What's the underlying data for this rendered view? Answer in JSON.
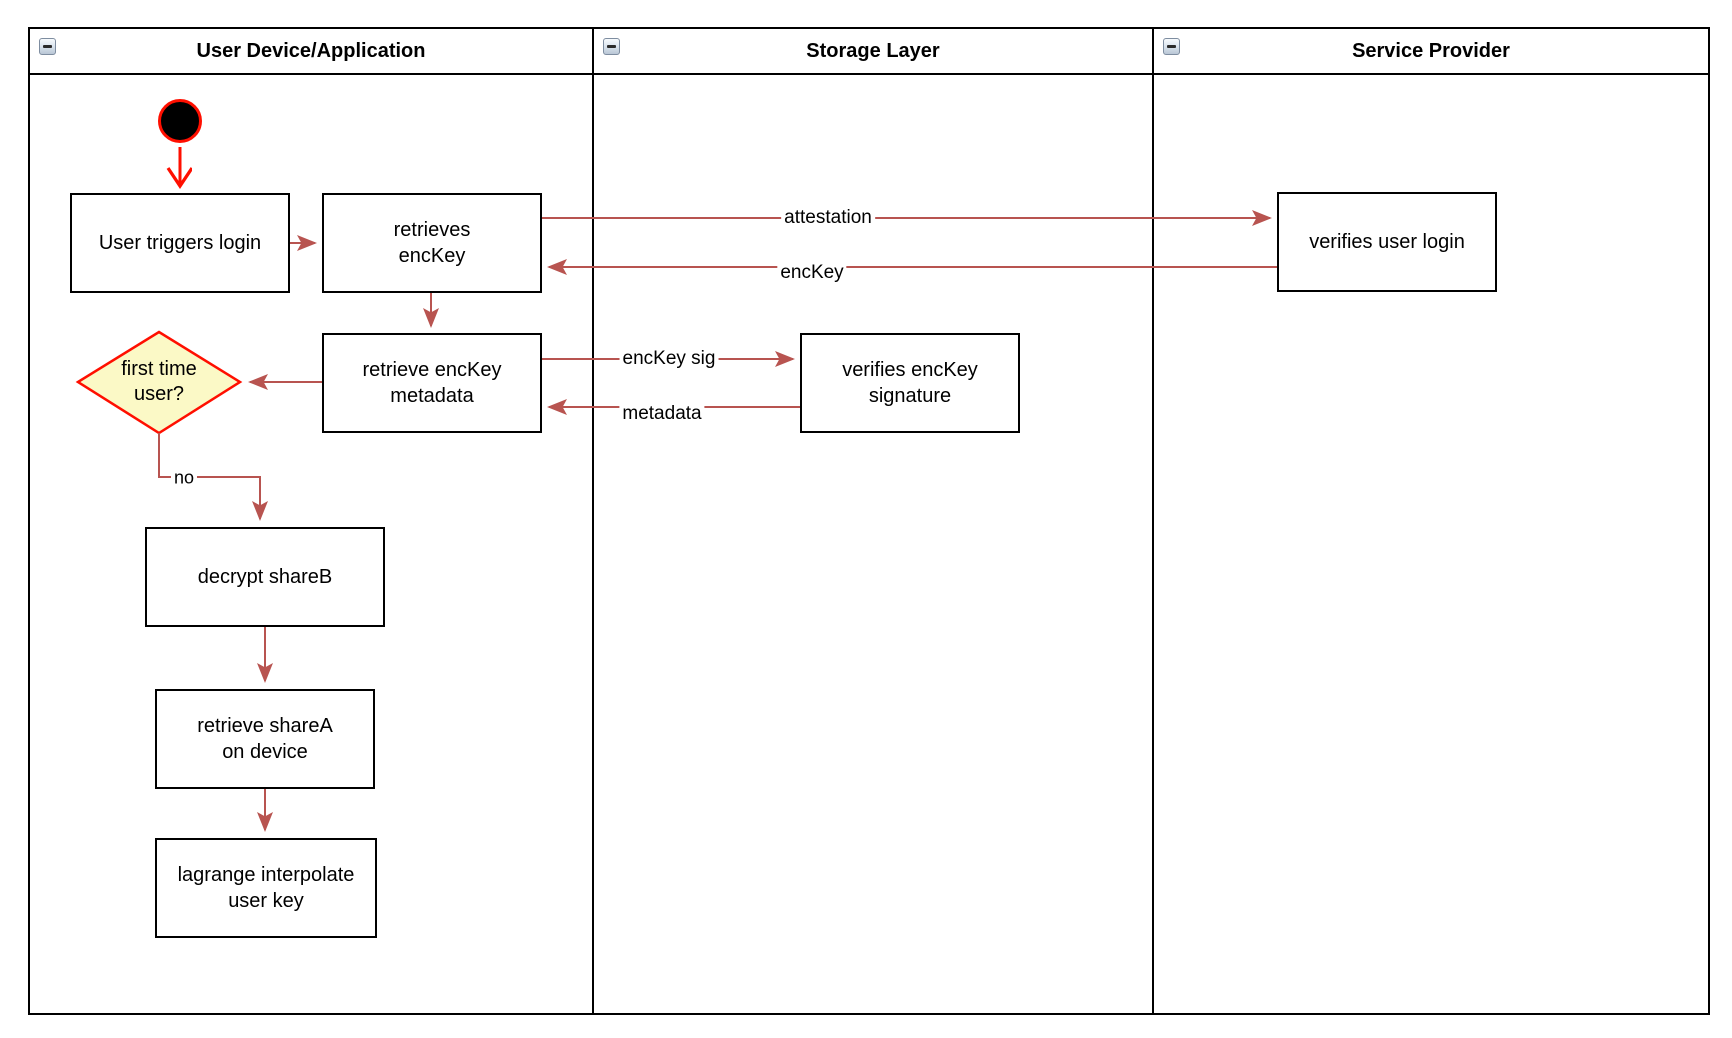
{
  "lanes": [
    {
      "title": "User Device/Application"
    },
    {
      "title": "Storage Layer"
    },
    {
      "title": "Service Provider"
    }
  ],
  "nodes": {
    "user_triggers_login": {
      "label": "User triggers login"
    },
    "retrieves_enckey": {
      "label": "retrieves\nencKey"
    },
    "verifies_user_login": {
      "label": "verifies user login"
    },
    "retrieve_enckey_metadata": {
      "label": "retrieve encKey\nmetadata"
    },
    "verifies_enckey_signature": {
      "label": "verifies encKey\nsignature"
    },
    "first_time_user": {
      "label": "first time\nuser?"
    },
    "decrypt_shareb": {
      "label": "decrypt shareB"
    },
    "retrieve_sharea": {
      "label": "retrieve shareA\non device"
    },
    "lagrange_interpolate": {
      "label": "lagrange interpolate\nuser key"
    }
  },
  "edges": {
    "attestation": {
      "label": "attestation"
    },
    "enckey": {
      "label": "encKey"
    },
    "enckey_sig": {
      "label": "encKey sig"
    },
    "metadata": {
      "label": "metadata"
    },
    "no_branch": {
      "label": "no"
    }
  },
  "colors": {
    "connector_red": "#b85450",
    "highlight_red": "#ff0f00",
    "decision_fill": "#fbf9c6",
    "node_border": "#000000"
  }
}
